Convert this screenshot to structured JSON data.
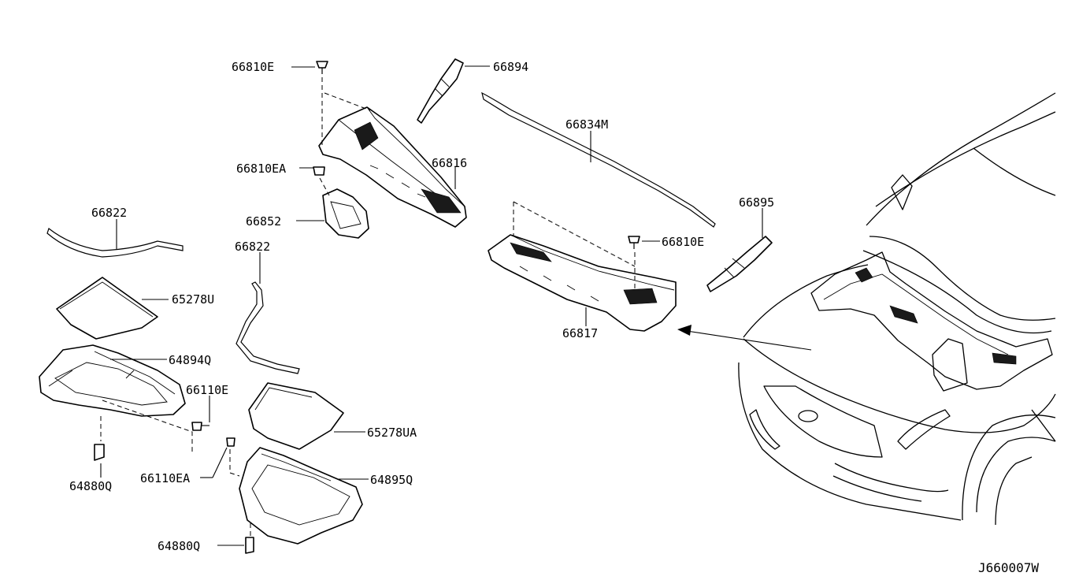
{
  "diagram_code": "J660007W",
  "parts": {
    "p66810E_top": "66810E",
    "p66894": "66894",
    "p66834M": "66834M",
    "p66816": "66816",
    "p66810EA": "66810EA",
    "p66852": "66852",
    "p66895": "66895",
    "p66810E_mid": "66810E",
    "p66822_left": "66822",
    "p66822_mid": "66822",
    "p65278U": "65278U",
    "p64894Q": "64894Q",
    "p66110E": "66110E",
    "p66817": "66817",
    "p65278UA": "65278UA",
    "p64880Q_left": "64880Q",
    "p66110EA": "66110EA",
    "p64895Q": "64895Q",
    "p64880Q_bottom": "64880Q"
  }
}
